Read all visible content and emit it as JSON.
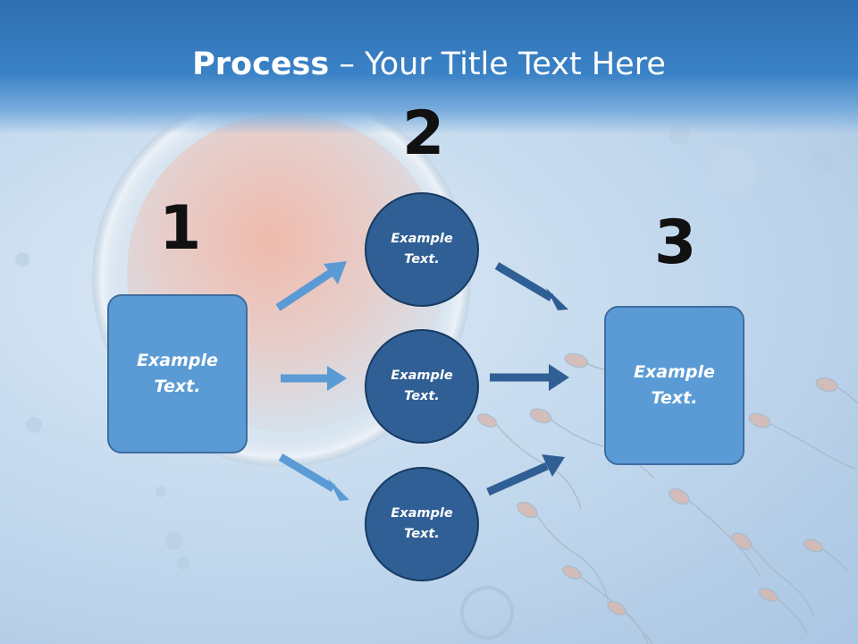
{
  "title": {
    "bold": "Process",
    "rest": " – Your Title Text Here"
  },
  "steps": {
    "one": {
      "number": "1",
      "box_text": "Example Text."
    },
    "two": {
      "number": "2",
      "circles": [
        "Example Text.",
        "Example Text.",
        "Example Text."
      ]
    },
    "three": {
      "number": "3",
      "box_text": "Example Text."
    }
  },
  "colors": {
    "box_fill": "#5b9bd5",
    "circle_fill": "#2f5f94",
    "arrow_light": "#5b9bd5",
    "arrow_dark": "#2f5f94",
    "title_band": "#3a82c6"
  }
}
